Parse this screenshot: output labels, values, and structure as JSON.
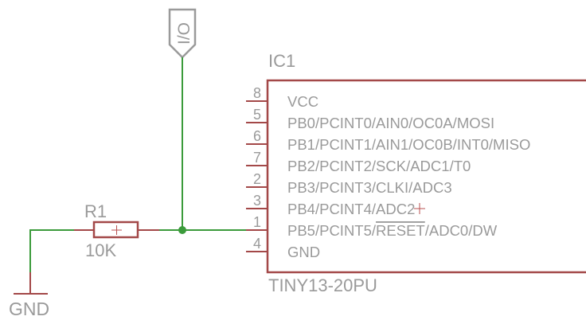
{
  "schematic": {
    "io_port": {
      "label": "I/O"
    },
    "ic": {
      "name": "IC1",
      "value": "TINY13-20PU",
      "pins": [
        {
          "number": "8",
          "label": "VCC"
        },
        {
          "number": "5",
          "label": "PB0/PCINT0/AIN0/OC0A/MOSI"
        },
        {
          "number": "6",
          "label": "PB1/PCINT1/AIN1/OC0B/INT0/MISO"
        },
        {
          "number": "7",
          "label": "PB2/PCINT2/SCK/ADC1/T0"
        },
        {
          "number": "2",
          "label": "PB3/PCINT3/CLKI/ADC3"
        },
        {
          "number": "3",
          "label": "PB4/PCINT4/ADC2"
        },
        {
          "number": "1",
          "label_prefix": "PB5/PCINT5/",
          "label_overline": "RESET",
          "label_suffix": "/ADC0/DW"
        },
        {
          "number": "4",
          "label": "GND"
        }
      ]
    },
    "resistor": {
      "name": "R1",
      "value": "10K"
    },
    "ground": {
      "label": "GND"
    }
  },
  "colors": {
    "net": "#3b9b3b",
    "part": "#a34848",
    "text": "#9a9a9a"
  }
}
